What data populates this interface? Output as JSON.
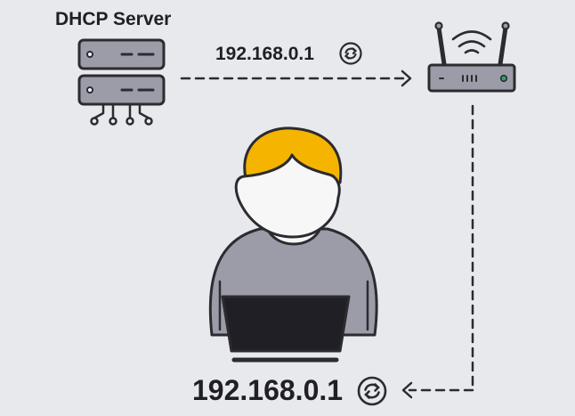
{
  "server": {
    "title": "DHCP Server"
  },
  "router_link": {
    "ip": "192.168.0.1"
  },
  "client": {
    "ip": "192.168.0.1"
  },
  "icons": {
    "server": "server-icon",
    "router": "wifi-router-icon",
    "user": "user-laptop-icon",
    "refresh": "refresh-icon"
  },
  "colors": {
    "background": "#e8e9ec",
    "stroke": "#2b2b30",
    "device_fill": "#9c9ca8",
    "hair": "#f5b400",
    "face": "#f7f7f8",
    "body": "#9c9ca8",
    "laptop": "#1f1f25",
    "router_led": "#2fa36b"
  }
}
